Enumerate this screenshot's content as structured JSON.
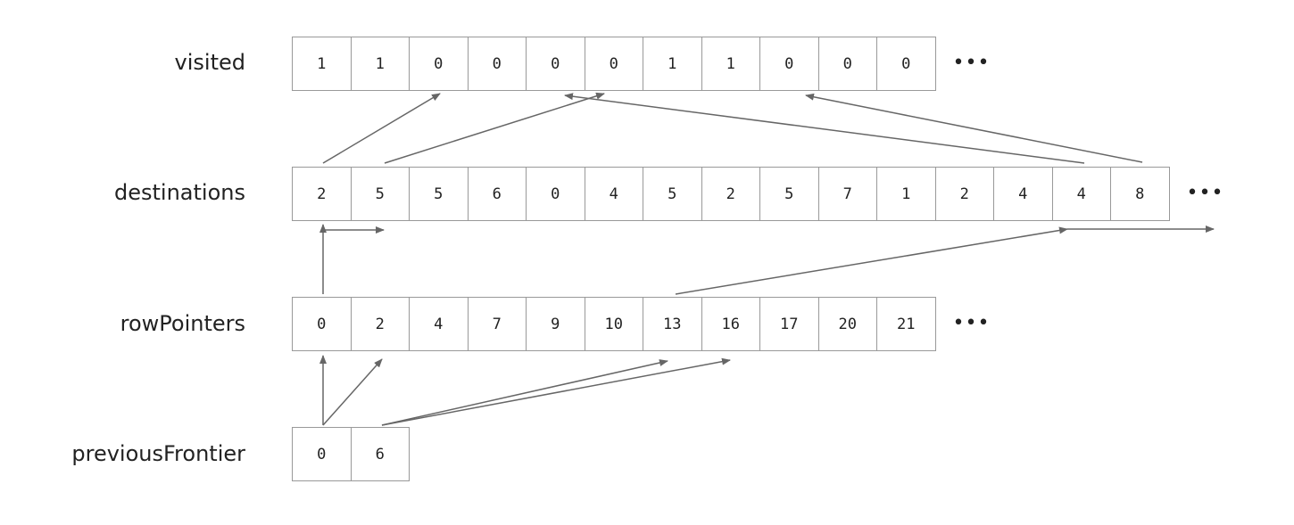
{
  "arrays": {
    "visited": {
      "label": "visited",
      "values": [
        "1",
        "1",
        "0",
        "0",
        "0",
        "0",
        "1",
        "1",
        "0",
        "0",
        "0"
      ],
      "ellipsis": "•••"
    },
    "destinations": {
      "label": "destinations",
      "values": [
        "2",
        "5",
        "5",
        "6",
        "0",
        "4",
        "5",
        "2",
        "5",
        "7",
        "1",
        "2",
        "4",
        "4",
        "8"
      ],
      "ellipsis": "•••"
    },
    "rowPointers": {
      "label": "rowPointers",
      "values": [
        "0",
        "2",
        "4",
        "7",
        "9",
        "10",
        "13",
        "16",
        "17",
        "20",
        "21"
      ],
      "ellipsis": "•••"
    },
    "previousFrontier": {
      "label": "previousFrontier",
      "values": [
        "0",
        "6"
      ]
    }
  },
  "colors": {
    "arrow": "#666666",
    "border": "#999999"
  }
}
